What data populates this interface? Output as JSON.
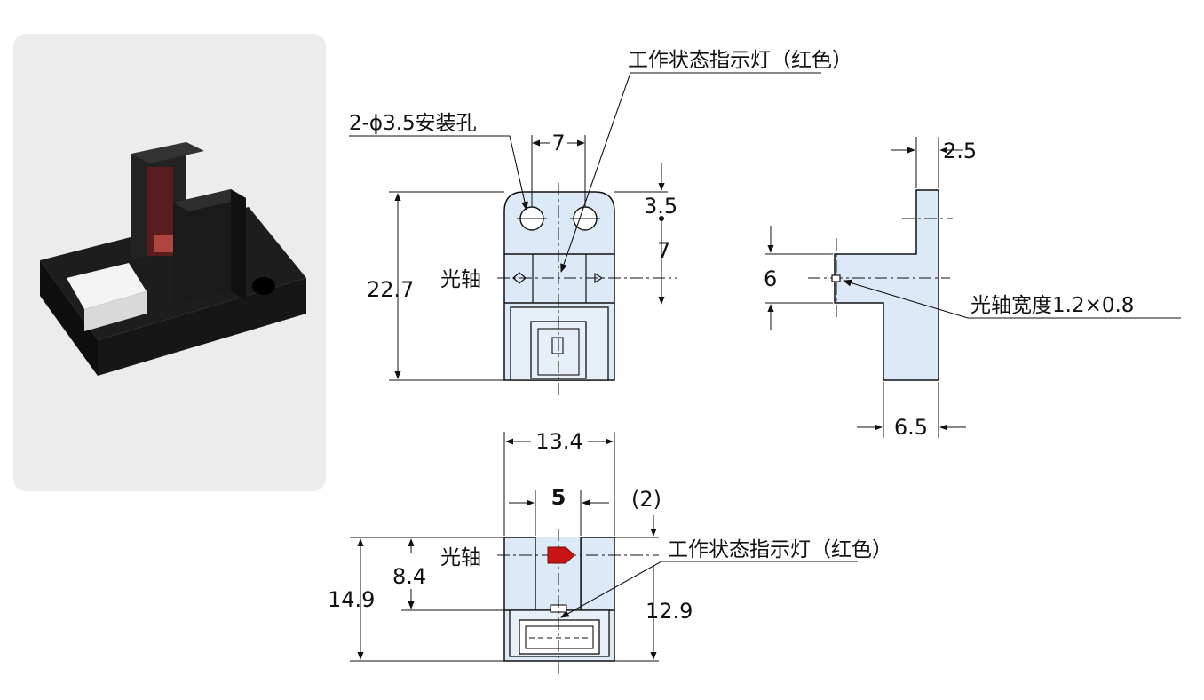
{
  "labels": {
    "indicator_top": "工作状态指示灯（红色）",
    "indicator_bottom": "工作状态指示灯（红色）",
    "mount_holes": "2-ϕ3.5安装孔",
    "optical_axis_front": "光轴",
    "optical_axis_bottom": "光轴",
    "optical_axis_width": "光轴宽度1.2×0.8"
  },
  "dimensions": {
    "hole_spacing": "7",
    "hole_offset": "3.5",
    "axis_offset": "7",
    "total_height": "22.7",
    "side_thickness": "2.5",
    "side_axis_height": "6",
    "side_base_width": "6.5",
    "bottom_width": "13.4",
    "slot_width": "5",
    "slot_edge": "(2)",
    "axis_height": "8.4",
    "bottom_height": "14.9",
    "connector_height": "12.9"
  },
  "colors": {
    "part_fill": "#dce9f6",
    "line": "#111111",
    "indicator_red": "#c81414",
    "photo_bg": "#ececec"
  }
}
